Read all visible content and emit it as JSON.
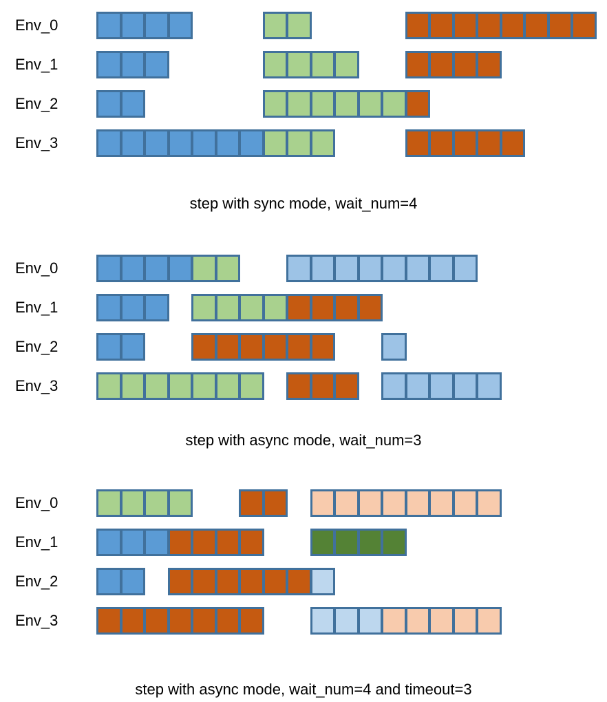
{
  "colors": {
    "frame": "#41719c",
    "blue": "#5b9bd5",
    "green": "#a9d18e",
    "orange": "#c55a11",
    "light_blue": "#9dc3e6",
    "pale_blue": "#bdd7ee",
    "peach": "#f8cbad",
    "dark_green": "#548235"
  },
  "panels": [
    {
      "caption": "step with sync mode, wait_num=4",
      "env_labels": [
        "Env_0",
        "Env_1",
        "Env_2",
        "Env_3"
      ],
      "rows": [
        [
          {
            "col": 0,
            "cells": [
              "blue",
              "blue",
              "blue",
              "blue"
            ]
          },
          {
            "col": 7,
            "cells": [
              "green",
              "green"
            ]
          },
          {
            "col": 13,
            "cells": [
              "orange",
              "orange",
              "orange",
              "orange",
              "orange",
              "orange",
              "orange",
              "orange"
            ]
          }
        ],
        [
          {
            "col": 0,
            "cells": [
              "blue",
              "blue",
              "blue"
            ]
          },
          {
            "col": 7,
            "cells": [
              "green",
              "green",
              "green",
              "green"
            ]
          },
          {
            "col": 13,
            "cells": [
              "orange",
              "orange",
              "orange",
              "orange"
            ]
          }
        ],
        [
          {
            "col": 0,
            "cells": [
              "blue",
              "blue"
            ]
          },
          {
            "col": 7,
            "cells": [
              "green",
              "green",
              "green",
              "green",
              "green",
              "green",
              "orange"
            ]
          }
        ],
        [
          {
            "col": 0,
            "cells": [
              "blue",
              "blue",
              "blue",
              "blue",
              "blue",
              "blue",
              "blue",
              "green",
              "green",
              "green"
            ]
          },
          {
            "col": 13,
            "cells": [
              "orange",
              "orange",
              "orange",
              "orange",
              "orange"
            ]
          }
        ]
      ]
    },
    {
      "caption": "step with async mode, wait_num=3",
      "env_labels": [
        "Env_0",
        "Env_1",
        "Env_2",
        "Env_3"
      ],
      "rows": [
        [
          {
            "col": 0,
            "cells": [
              "blue",
              "blue",
              "blue",
              "blue",
              "green",
              "green"
            ]
          },
          {
            "col": 8,
            "cells": [
              "light_blue",
              "light_blue",
              "light_blue",
              "light_blue",
              "light_blue",
              "light_blue",
              "light_blue",
              "light_blue"
            ]
          }
        ],
        [
          {
            "col": 0,
            "cells": [
              "blue",
              "blue",
              "blue"
            ]
          },
          {
            "col": 4,
            "cells": [
              "green",
              "green",
              "green",
              "green",
              "orange",
              "orange",
              "orange",
              "orange"
            ]
          }
        ],
        [
          {
            "col": 0,
            "cells": [
              "blue",
              "blue"
            ]
          },
          {
            "col": 4,
            "cells": [
              "orange",
              "orange",
              "orange",
              "orange",
              "orange",
              "orange"
            ]
          },
          {
            "col": 12,
            "cells": [
              "light_blue"
            ]
          }
        ],
        [
          {
            "col": 0,
            "cells": [
              "green",
              "green",
              "green",
              "green",
              "green",
              "green",
              "green"
            ]
          },
          {
            "col": 8,
            "cells": [
              "orange",
              "orange",
              "orange"
            ]
          },
          {
            "col": 12,
            "cells": [
              "light_blue",
              "light_blue",
              "light_blue",
              "light_blue",
              "light_blue"
            ]
          }
        ]
      ]
    },
    {
      "caption": "step with async mode, wait_num=4 and timeout=3",
      "env_labels": [
        "Env_0",
        "Env_1",
        "Env_2",
        "Env_3"
      ],
      "rows": [
        [
          {
            "col": 0,
            "cells": [
              "green",
              "green",
              "green",
              "green"
            ]
          },
          {
            "col": 6,
            "cells": [
              "orange",
              "orange"
            ]
          },
          {
            "col": 9,
            "cells": [
              "peach",
              "peach",
              "peach",
              "peach",
              "peach",
              "peach",
              "peach",
              "peach"
            ]
          }
        ],
        [
          {
            "col": 0,
            "cells": [
              "blue",
              "blue",
              "blue",
              "orange",
              "orange",
              "orange",
              "orange"
            ]
          },
          {
            "col": 9,
            "cells": [
              "dark_green",
              "dark_green",
              "dark_green",
              "dark_green"
            ]
          }
        ],
        [
          {
            "col": 0,
            "cells": [
              "blue",
              "blue"
            ]
          },
          {
            "col": 3,
            "cells": [
              "orange",
              "orange",
              "orange",
              "orange",
              "orange",
              "orange",
              "pale_blue"
            ]
          }
        ],
        [
          {
            "col": 0,
            "cells": [
              "orange",
              "orange",
              "orange",
              "orange",
              "orange",
              "orange",
              "orange"
            ]
          },
          {
            "col": 9,
            "cells": [
              "pale_blue",
              "pale_blue",
              "pale_blue",
              "peach",
              "peach",
              "peach",
              "peach",
              "peach"
            ]
          }
        ]
      ]
    }
  ]
}
